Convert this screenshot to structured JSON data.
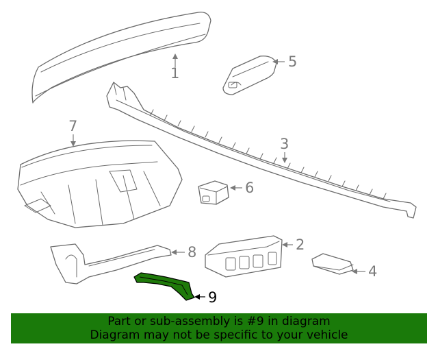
{
  "diagram": {
    "callouts": [
      {
        "label": "1"
      },
      {
        "label": "2"
      },
      {
        "label": "3"
      },
      {
        "label": "4"
      },
      {
        "label": "5"
      },
      {
        "label": "6"
      },
      {
        "label": "7"
      },
      {
        "label": "8"
      },
      {
        "label": "9"
      }
    ],
    "highlighted_callout": "9",
    "colors": {
      "line_art": "#6b6b6b",
      "highlight_part": "#1f7a0a",
      "banner_background": "#1a7a0a",
      "banner_text": "#000000"
    }
  },
  "banner": {
    "line1": "Part or sub-assembly is #9 in diagram",
    "line2": "Diagram may not be specific to your vehicle"
  }
}
